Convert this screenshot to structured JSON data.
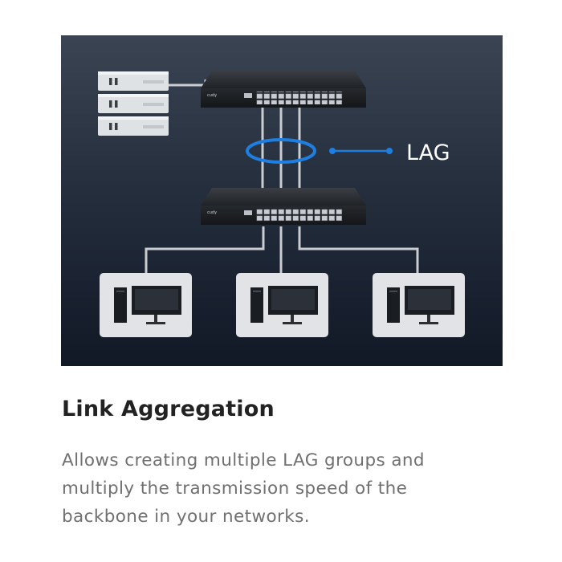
{
  "diagram": {
    "lag_label": "LAG",
    "switch_brand": "cudy"
  },
  "feature": {
    "title": "Link Aggregation",
    "description_lines": [
      "Allows creating multiple LAG groups and",
      "multiply the transmission speed of the",
      "backbone in your networks."
    ]
  },
  "colors": {
    "panel_top": "#3a4453",
    "panel_bottom": "#111826",
    "lag_accent": "#1e7fe0",
    "cable": "#c9ccd0",
    "title_text": "#222222",
    "body_text": "#707070"
  }
}
